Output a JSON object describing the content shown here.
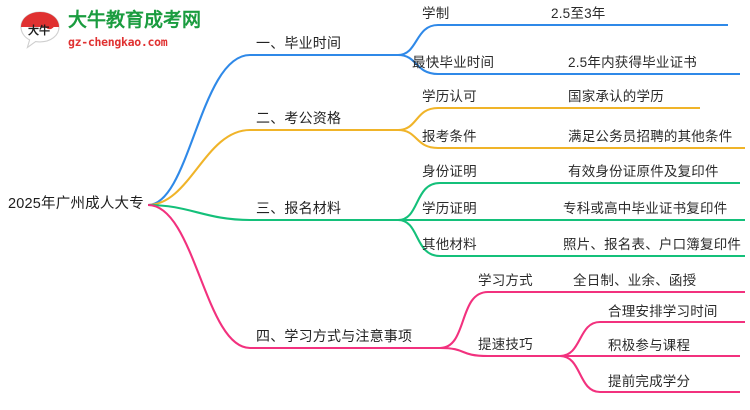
{
  "logo": {
    "mark_text": "大牛",
    "title": "大牛教育成考网",
    "subtitle": "gz-chengkao.com",
    "title_color": "#1a9c3f",
    "subtitle_color": "#e03131",
    "mark_color": "#e03131"
  },
  "colors": {
    "branch1": "#2f89e8",
    "branch2": "#f0b429",
    "branch3": "#14c07a",
    "branch4": "#f2317e",
    "text": "#2b2b2b"
  },
  "mindmap": {
    "type": "mindmap",
    "root": "2025年广州成人大专",
    "branches": [
      {
        "label": "一、毕业时间",
        "color": "#2f89e8",
        "children": [
          {
            "label": "学制",
            "children": [
              {
                "label": "2.5至3年"
              }
            ]
          },
          {
            "label": "最快毕业时间",
            "children": [
              {
                "label": "2.5年内获得毕业证书"
              }
            ]
          }
        ]
      },
      {
        "label": "二、考公资格",
        "color": "#f0b429",
        "children": [
          {
            "label": "学历认可",
            "children": [
              {
                "label": "国家承认的学历"
              }
            ]
          },
          {
            "label": "报考条件",
            "children": [
              {
                "label": "满足公务员招聘的其他条件"
              }
            ]
          }
        ]
      },
      {
        "label": "三、报名材料",
        "color": "#14c07a",
        "children": [
          {
            "label": "身份证明",
            "children": [
              {
                "label": "有效身份证原件及复印件"
              }
            ]
          },
          {
            "label": "学历证明",
            "children": [
              {
                "label": "专科或高中毕业证书复印件"
              }
            ]
          },
          {
            "label": "其他材料",
            "children": [
              {
                "label": "照片、报名表、户口簿复印件"
              }
            ]
          }
        ]
      },
      {
        "label": "四、学习方式与注意事项",
        "color": "#f2317e",
        "children": [
          {
            "label": "学习方式",
            "children": [
              {
                "label": "全日制、业余、函授"
              }
            ]
          },
          {
            "label": "提速技巧",
            "children": [
              {
                "label": "合理安排学习时间"
              },
              {
                "label": "积极参与课程"
              },
              {
                "label": "提前完成学分"
              }
            ]
          }
        ]
      }
    ]
  }
}
